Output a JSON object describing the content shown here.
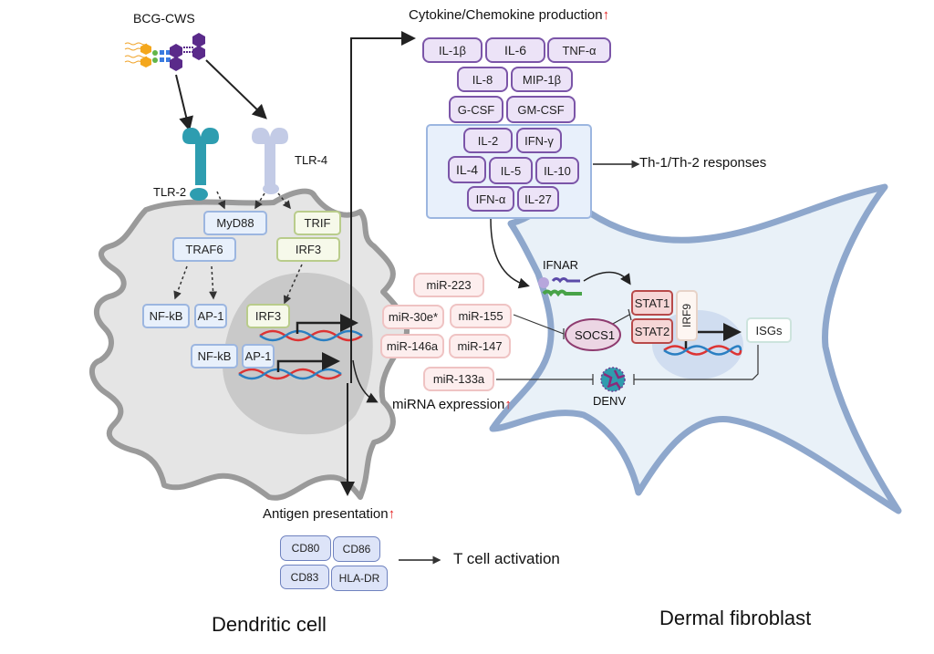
{
  "stimulus": {
    "label": "BCG-CWS"
  },
  "receptors": {
    "tlr2": "TLR-2",
    "tlr4": "TLR-4",
    "ifnar": "IFNAR"
  },
  "dendritic_cell": {
    "label": "Dendritic cell",
    "myd88_pathway": [
      "MyD88",
      "TRAF6"
    ],
    "trif_pathway": [
      "TRIF",
      "IRF3"
    ],
    "cytoplasm_tfs": [
      "NF-kB",
      "AP-1"
    ],
    "nuclear_tfs": {
      "irf3": "IRF3",
      "nfkb": "NF-kB",
      "ap1": "AP-1"
    }
  },
  "outputs": {
    "cytokine_title": "Cytokine/Chemokine production",
    "mirna_title": "miRNA expression",
    "antigen_title": "Antigen presentation",
    "up_arrow": "↑",
    "th_response": "Th-1/Th-2 responses",
    "t_cell": "T cell activation"
  },
  "cytokines": {
    "row1": [
      "IL-1β",
      "IL-6",
      "TNF-α"
    ],
    "row2": [
      "IL-8",
      "MIP-1β"
    ],
    "row3": [
      "G-CSF",
      "GM-CSF"
    ],
    "th_box": {
      "row1": [
        "IL-2",
        "IFN-γ"
      ],
      "row2": [
        "IL-4",
        "IL-5",
        "IL-10"
      ],
      "row3": [
        "IFN-α",
        "IL-27"
      ]
    }
  },
  "mirnas": [
    "miR-223",
    "miR-30e*",
    "miR-155",
    "miR-146a",
    "miR-147",
    "miR-133a"
  ],
  "costim": [
    "CD80",
    "CD86",
    "CD83",
    "HLA-DR"
  ],
  "fibroblast": {
    "label": "Dermal fibroblast",
    "socs1": "SOCS1",
    "stat1": "STAT1",
    "stat2": "STAT2",
    "irf9": "IRF9",
    "isgs": "ISGs",
    "virus": "DENV"
  },
  "colors": {
    "up_arrow": "#e51f1f",
    "cytokine_border": "#7b55a8",
    "fibroblast_fill": "#e9f1f8",
    "fibroblast_border": "#8ea7cc",
    "dc_fill": "#e5e5e5",
    "dc_border": "#9a9a9a"
  }
}
